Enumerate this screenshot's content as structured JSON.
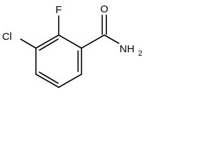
{
  "molecule": {
    "atoms": {
      "chlorine": "Cl",
      "fluorine": "F",
      "oxygen": "O",
      "amide_n": "NH",
      "amide_n_subscript": "2"
    }
  }
}
